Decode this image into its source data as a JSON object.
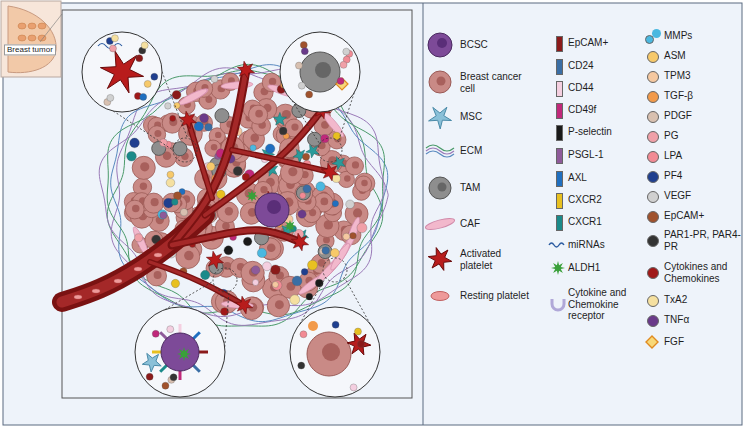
{
  "diagram": {
    "labels": [
      "Breast tumor"
    ],
    "legend": [
      {
        "text": "BCSC"
      },
      {
        "text": "Breast cancer cell"
      },
      {
        "text": "MSC"
      },
      {
        "text": "ECM"
      },
      {
        "text": "TAM"
      },
      {
        "text": "CAF"
      },
      {
        "text": "Activated platelet"
      },
      {
        "text": "Resting platelet"
      },
      {
        "text": "EpCAM+",
        "color": "#8b1a1a"
      },
      {
        "text": "CD24",
        "color": "#3a6ea5"
      },
      {
        "text": "CD44",
        "color": "#f4cfe0"
      },
      {
        "text": "CD49f",
        "color": "#c0287a"
      },
      {
        "text": "P-selectin",
        "color": "#1a1a1a"
      },
      {
        "text": "PSGL-1",
        "color": "#8e5a9a"
      },
      {
        "text": "AXL",
        "color": "#1f6fc0"
      },
      {
        "text": "CXCR2",
        "color": "#e8c020"
      },
      {
        "text": "CXCR1",
        "color": "#1a8a8a"
      },
      {
        "text": "miRNAs"
      },
      {
        "text": "ALDH1"
      },
      {
        "text": "Cytokine and Chemokine receptor"
      },
      {
        "text": "MMPs",
        "color": "#4ab8e0"
      },
      {
        "text": "ASM",
        "color": "#f7c96a"
      },
      {
        "text": "TPM3",
        "color": "#f5c8a0"
      },
      {
        "text": "TGF-β",
        "color": "#f29a4a"
      },
      {
        "text": "PDGF",
        "color": "#d8c0b0"
      },
      {
        "text": "PG",
        "color": "#f0a0a8"
      },
      {
        "text": "LPA",
        "color": "#f28a94"
      },
      {
        "text": "PF4",
        "color": "#1f3f8f"
      },
      {
        "text": "VEGF",
        "color": "#d0d0d0"
      },
      {
        "text": "EpCAM+",
        "color": "#a0522d"
      },
      {
        "text": "PAR1-PR, PAR4-PR",
        "color": "#333333"
      },
      {
        "text": "Cytokines and Chemokines",
        "color": "#a01818"
      },
      {
        "text": "TxA2",
        "color": "#f5e0a0"
      },
      {
        "text": "TNFα",
        "color": "#6a3a8a"
      },
      {
        "text": "FGF"
      }
    ]
  }
}
